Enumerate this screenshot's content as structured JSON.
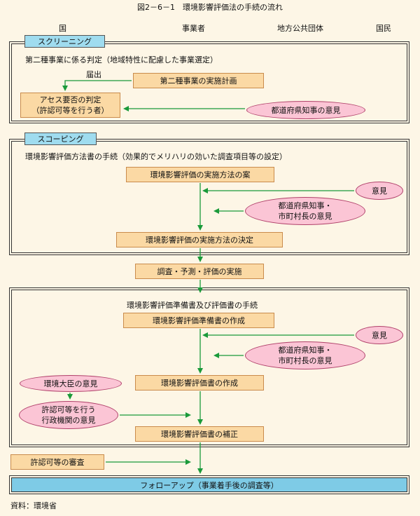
{
  "title": "図2－6－1　環境影響評価法の手続の流れ",
  "columns": [
    "国",
    "事業者",
    "地方公共団体",
    "国民"
  ],
  "screening": {
    "label": "スクリーニング",
    "subtitle": "第二種事業に係る判定（地域特性に配慮した事業選定）",
    "todokede": "届出",
    "plan": "第二種事業の実施計画",
    "judge_line1": "アセス要否の判定",
    "judge_line2": "（許認可等を行う者）",
    "governor": "都道府県知事の意見"
  },
  "scoping": {
    "label": "スコーピング",
    "subtitle": "環境影響評価方法書の手続（効果的でメリハリの効いた調査項目等の設定）",
    "draft": "環境影響評価の実施方法の案",
    "opinion": "意見",
    "gov_line1": "都道府県知事・",
    "gov_line2": "市町村長の意見",
    "decision": "環境影響評価の実施方法の決定"
  },
  "survey": "調査・予測・評価の実施",
  "assessment": {
    "subtitle": "環境影響評価準備書及び評価書の手続",
    "prep": "環境影響評価準備書の作成",
    "opinion": "意見",
    "gov_line1": "都道府県知事・",
    "gov_line2": "市町村長の意見",
    "minister": "環境大臣の意見",
    "statement": "環境影響評価書の作成",
    "agency_line1": "許認可等を行う",
    "agency_line2": "行政機関の意見",
    "revision": "環境影響評価書の補正"
  },
  "review": "許認可等の審査",
  "followup": "フォローアップ（事業着手後の調査等）",
  "source": "資料：環境省"
}
